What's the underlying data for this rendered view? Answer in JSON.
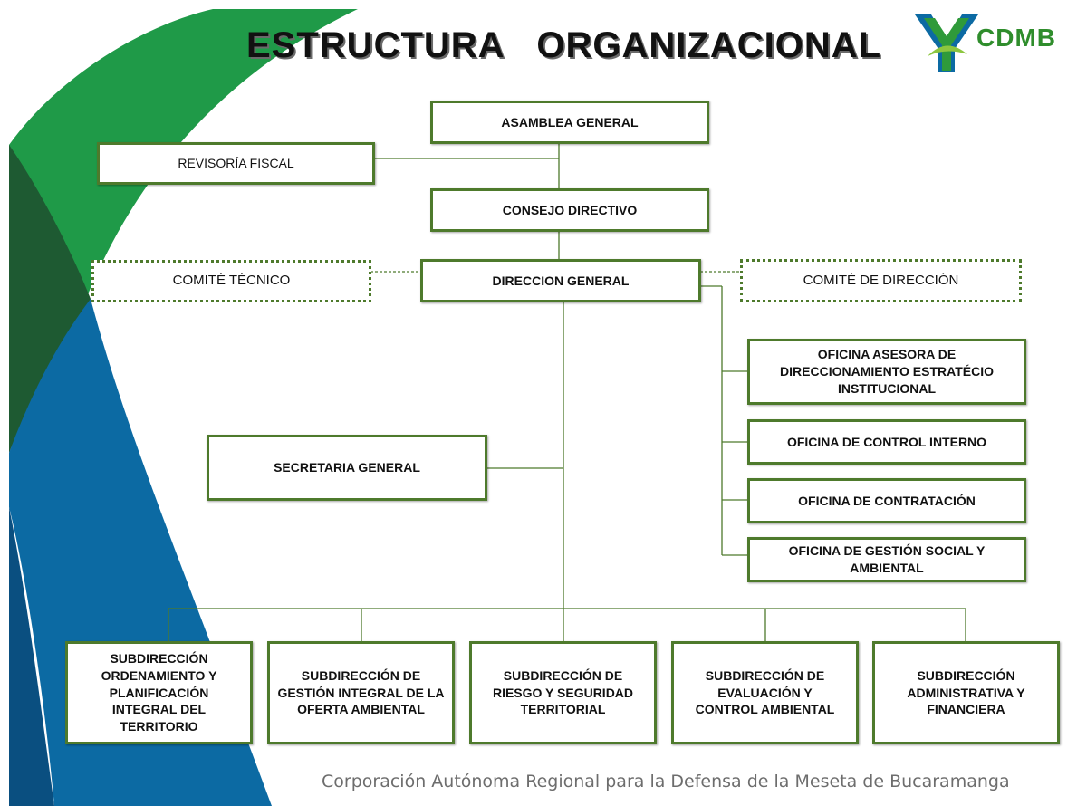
{
  "header": {
    "title": "ESTRUCTURA   ORGANIZACIONAL",
    "logo_text": "CDMB"
  },
  "chart": {
    "asamblea": "ASAMBLEA GENERAL",
    "revisoria": "REVISORÍA FISCAL",
    "consejo": "CONSEJO DIRECTIVO",
    "comite_tecnico": "COMITÉ TÉCNICO",
    "direccion": "DIRECCION GENERAL",
    "comite_direccion": "COMITÉ DE DIRECCIÓN",
    "secretaria": "SECRETARIA GENERAL",
    "oficinas": [
      "OFICINA ASESORA DE DIRECCIONAMIENTO ESTRATÉCIO INSTITUCIONAL",
      "OFICINA DE CONTROL INTERNO",
      "OFICINA DE CONTRATACIÓN",
      "OFICINA DE GESTIÓN SOCIAL Y AMBIENTAL"
    ],
    "subdirecciones": [
      "SUBDIRECCIÓN ORDENAMIENTO Y PLANIFICACIÓN INTEGRAL DEL TERRITORIO",
      "SUBDIRECCIÓN DE GESTIÓN INTEGRAL DE LA OFERTA AMBIENTAL",
      "SUBDIRECCIÓN DE RIESGO Y SEGURIDAD TERRITORIAL",
      "SUBDIRECCIÓN DE EVALUACIÓN Y CONTROL AMBIENTAL",
      "SUBDIRECCIÓN ADMINISTRATIVA Y FINANCIERA"
    ]
  },
  "footer": {
    "text": "Corporación Autónoma Regional para la Defensa de la Meseta de Bucaramanga"
  },
  "colors": {
    "border": "#4e7a2c",
    "swoosh_light_green": "#1f9a48",
    "swoosh_dark_green": "#1e5a32",
    "swoosh_blue": "#0c6aa3"
  }
}
